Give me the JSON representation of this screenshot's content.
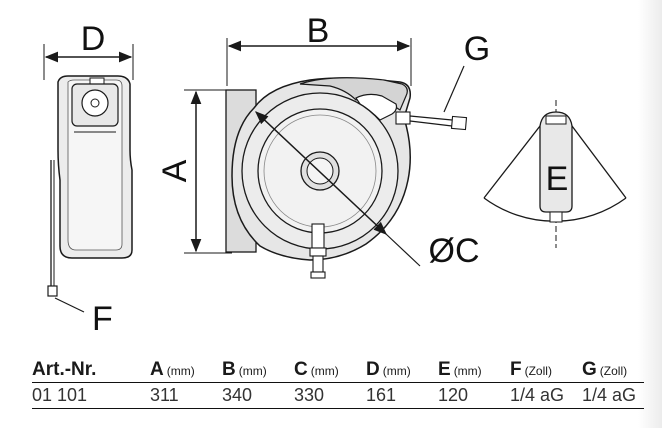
{
  "dimension_labels": {
    "a": "A",
    "b": "B",
    "c": "ØC",
    "d": "D",
    "e": "E",
    "f": "F",
    "g": "G"
  },
  "table": {
    "headers": [
      {
        "label": "Art.-Nr.",
        "unit": ""
      },
      {
        "label": "A",
        "unit": "(mm)"
      },
      {
        "label": "B",
        "unit": "(mm)"
      },
      {
        "label": "C",
        "unit": "(mm)"
      },
      {
        "label": "D",
        "unit": "(mm)"
      },
      {
        "label": "E",
        "unit": "(mm)"
      },
      {
        "label": "F",
        "unit": "(Zoll)"
      },
      {
        "label": "G",
        "unit": "(Zoll)"
      }
    ],
    "row": [
      "01 101",
      "311",
      "340",
      "330",
      "161",
      "120",
      "1/4 aG",
      "1/4 aG"
    ]
  },
  "colors": {
    "line": "#1a1a1a",
    "shade": "#dcdcdc",
    "light_shade": "#eeeeee"
  }
}
